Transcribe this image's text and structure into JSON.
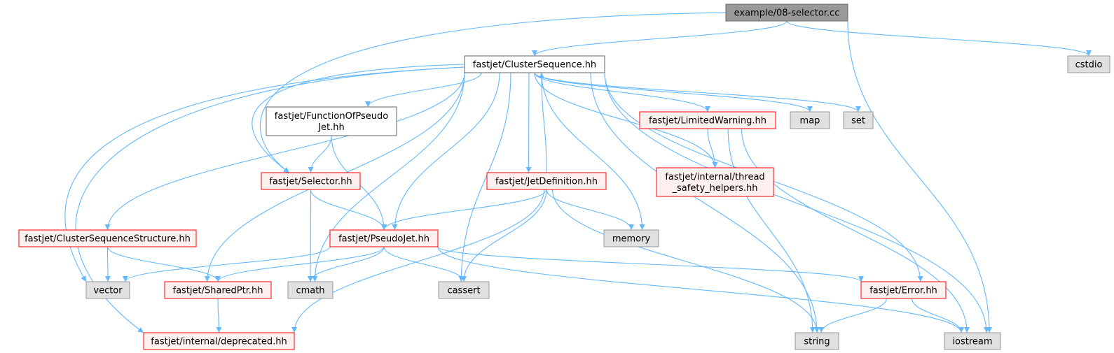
{
  "colors": {
    "edge": "#63b8ff",
    "root_fill": "#999999",
    "root_stroke": "#666666",
    "default_fill": "#ffffff",
    "default_stroke": "#666666",
    "header_fill": "#fff0f0",
    "header_stroke": "#ff0000",
    "system_fill": "#e0e0e0",
    "system_stroke": "#999999"
  },
  "nodes": [
    {
      "id": "selector_cc",
      "lines": [
        "example/08-selector.cc"
      ],
      "kind": "root"
    },
    {
      "id": "clusterseq",
      "lines": [
        "fastjet/ClusterSequence.hh"
      ],
      "kind": "default"
    },
    {
      "id": "cstdio",
      "lines": [
        "cstdio"
      ],
      "kind": "system"
    },
    {
      "id": "funcofpj",
      "lines": [
        "fastjet/FunctionOfPseudo",
        "Jet.hh"
      ],
      "kind": "default"
    },
    {
      "id": "limitedwarning",
      "lines": [
        "fastjet/LimitedWarning.hh"
      ],
      "kind": "header"
    },
    {
      "id": "map",
      "lines": [
        "map"
      ],
      "kind": "system"
    },
    {
      "id": "set",
      "lines": [
        "set"
      ],
      "kind": "system"
    },
    {
      "id": "selector_hh",
      "lines": [
        "fastjet/Selector.hh"
      ],
      "kind": "header"
    },
    {
      "id": "jetdef",
      "lines": [
        "fastjet/JetDefinition.hh"
      ],
      "kind": "header"
    },
    {
      "id": "threadsafety",
      "lines": [
        "fastjet/internal/thread",
        "_safety_helpers.hh"
      ],
      "kind": "header"
    },
    {
      "id": "csstructure",
      "lines": [
        "fastjet/ClusterSequenceStructure.hh"
      ],
      "kind": "header"
    },
    {
      "id": "pseudojet",
      "lines": [
        "fastjet/PseudoJet.hh"
      ],
      "kind": "header"
    },
    {
      "id": "memory",
      "lines": [
        "memory"
      ],
      "kind": "system"
    },
    {
      "id": "vector",
      "lines": [
        "vector"
      ],
      "kind": "system"
    },
    {
      "id": "sharedptr",
      "lines": [
        "fastjet/SharedPtr.hh"
      ],
      "kind": "header"
    },
    {
      "id": "cmath",
      "lines": [
        "cmath"
      ],
      "kind": "system"
    },
    {
      "id": "cassert",
      "lines": [
        "cassert"
      ],
      "kind": "system"
    },
    {
      "id": "error",
      "lines": [
        "fastjet/Error.hh"
      ],
      "kind": "header"
    },
    {
      "id": "deprecated",
      "lines": [
        "fastjet/internal/deprecated.hh"
      ],
      "kind": "header"
    },
    {
      "id": "string",
      "lines": [
        "string"
      ],
      "kind": "system"
    },
    {
      "id": "iostream",
      "lines": [
        "iostream"
      ],
      "kind": "system"
    }
  ],
  "edges": [
    [
      "selector_cc",
      "clusterseq"
    ],
    [
      "selector_cc",
      "cstdio"
    ],
    [
      "selector_cc",
      "iostream"
    ],
    [
      "selector_cc",
      "selector_hh"
    ],
    [
      "clusterseq",
      "funcofpj"
    ],
    [
      "clusterseq",
      "limitedwarning"
    ],
    [
      "clusterseq",
      "map"
    ],
    [
      "clusterseq",
      "set"
    ],
    [
      "clusterseq",
      "selector_hh"
    ],
    [
      "clusterseq",
      "jetdef"
    ],
    [
      "clusterseq",
      "threadsafety"
    ],
    [
      "clusterseq",
      "csstructure"
    ],
    [
      "clusterseq",
      "pseudojet"
    ],
    [
      "clusterseq",
      "memory"
    ],
    [
      "clusterseq",
      "vector"
    ],
    [
      "clusterseq",
      "sharedptr"
    ],
    [
      "clusterseq",
      "cmath"
    ],
    [
      "clusterseq",
      "cassert"
    ],
    [
      "clusterseq",
      "error"
    ],
    [
      "clusterseq",
      "deprecated"
    ],
    [
      "clusterseq",
      "string"
    ],
    [
      "clusterseq",
      "iostream"
    ],
    [
      "jetdef",
      "clusterseq"
    ],
    [
      "funcofpj",
      "selector_hh"
    ],
    [
      "funcofpj",
      "pseudojet"
    ],
    [
      "limitedwarning",
      "threadsafety"
    ],
    [
      "limitedwarning",
      "string"
    ],
    [
      "limitedwarning",
      "iostream"
    ],
    [
      "selector_hh",
      "pseudojet"
    ],
    [
      "selector_hh",
      "cmath"
    ],
    [
      "jetdef",
      "pseudojet"
    ],
    [
      "jetdef",
      "memory"
    ],
    [
      "jetdef",
      "cassert"
    ],
    [
      "jetdef",
      "string"
    ],
    [
      "jetdef",
      "deprecated"
    ],
    [
      "csstructure",
      "vector"
    ],
    [
      "csstructure",
      "sharedptr"
    ],
    [
      "pseudojet",
      "vector"
    ],
    [
      "pseudojet",
      "sharedptr"
    ],
    [
      "pseudojet",
      "cmath"
    ],
    [
      "pseudojet",
      "cassert"
    ],
    [
      "pseudojet",
      "error"
    ],
    [
      "pseudojet",
      "iostream"
    ],
    [
      "sharedptr",
      "deprecated"
    ],
    [
      "error",
      "string"
    ],
    [
      "error",
      "iostream"
    ]
  ]
}
